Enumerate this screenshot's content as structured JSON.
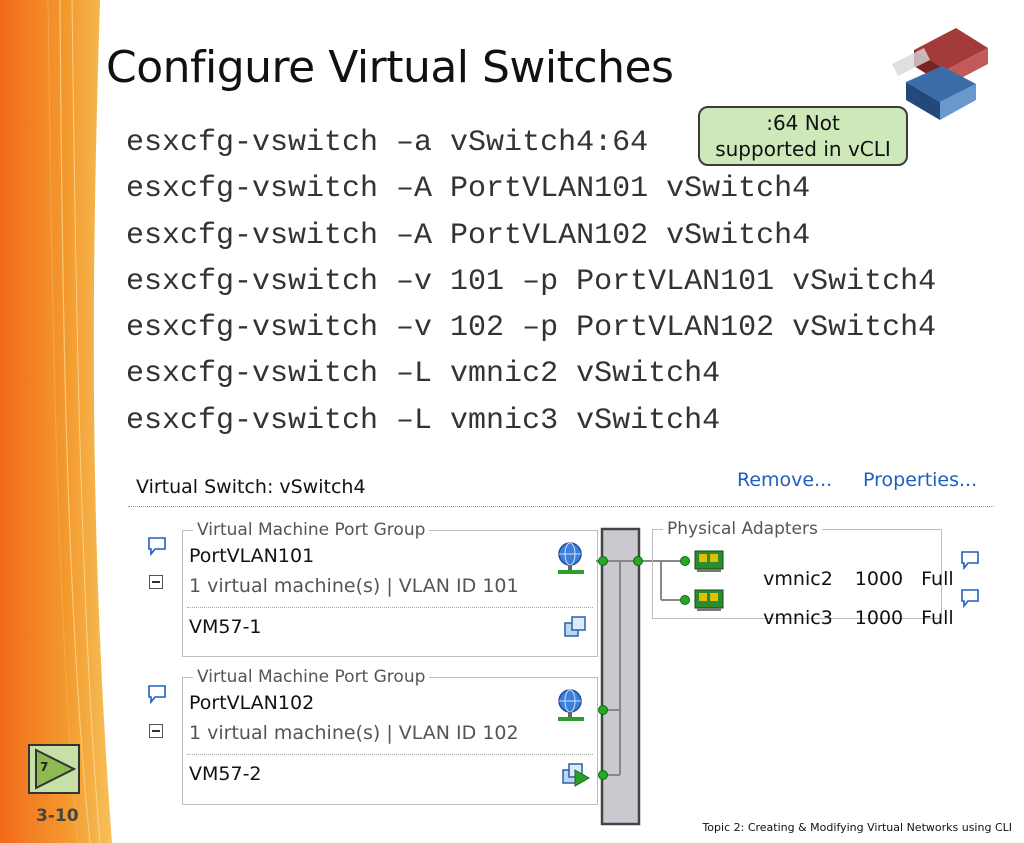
{
  "slide": {
    "title": "Configure Virtual Switches",
    "commands": [
      "esxcfg-vswitch –a vSwitch4:64",
      "esxcfg-vswitch –A PortVLAN101 vSwitch4",
      "esxcfg-vswitch –A PortVLAN102 vSwitch4",
      "esxcfg-vswitch –v 101 –p PortVLAN101 vSwitch4",
      "esxcfg-vswitch –v 102 –p PortVLAN102 vSwitch4",
      "esxcfg-vswitch –L vmnic2 vSwitch4",
      "esxcfg-vswitch –L vmnic3 vSwitch4"
    ],
    "callout": {
      "line1": ":64 Not",
      "line2": "supported in vCLI"
    },
    "slide_number": "7",
    "page_label": "3-10",
    "footer": "Topic 2:  Creating & Modifying Virtual Networks using CLI"
  },
  "vswitch": {
    "title": "Virtual Switch: vSwitch4",
    "remove_label": "Remove...",
    "properties_label": "Properties...",
    "port_groups": [
      {
        "legend": "Virtual Machine Port Group",
        "name": "PortVLAN101",
        "info": "1 virtual machine(s) | VLAN ID 101",
        "vm": "VM57-1"
      },
      {
        "legend": "Virtual Machine Port Group",
        "name": "PortVLAN102",
        "info": "1 virtual machine(s) | VLAN ID 102",
        "vm": "VM57-2"
      }
    ],
    "physical_adapters": {
      "legend": "Physical Adapters",
      "nics": [
        {
          "name": "vmnic2",
          "speed": "1000",
          "duplex": "Full"
        },
        {
          "name": "vmnic3",
          "speed": "1000",
          "duplex": "Full"
        }
      ]
    }
  },
  "colors": {
    "link": "#1e5fbf",
    "orange": "#f07b22",
    "callout_bg": "#cfe8b9",
    "node_green": "#22aa22"
  },
  "icons": [
    "speech-bubble-icon",
    "collapse-icon",
    "network-globe-icon",
    "vm-icon",
    "vm-powered-on-icon",
    "nic-card-icon",
    "logo-icon",
    "play-icon"
  ]
}
